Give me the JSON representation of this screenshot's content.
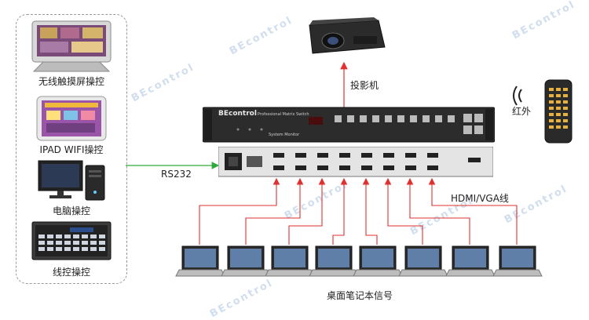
{
  "watermark": "BEcontrol",
  "controls": {
    "touch": "无线触摸屏操控",
    "ipad": "IPAD WIFI操控",
    "pc": "电脑操控",
    "wired": "线控操控"
  },
  "link_label": "RS232",
  "projector_label": "投影机",
  "ir_label": "红外",
  "signal_label": "HDMI/VGA线",
  "sources_label": "桌面笔记本信号",
  "switcher": {
    "brand": "BEcontrol",
    "subtitle": "Professional Matrix Switch",
    "system_label": "System Monitor"
  },
  "colors": {
    "signal_line": "#e03030",
    "control_line": "#2eaa3a",
    "output_line": "#e03030"
  }
}
